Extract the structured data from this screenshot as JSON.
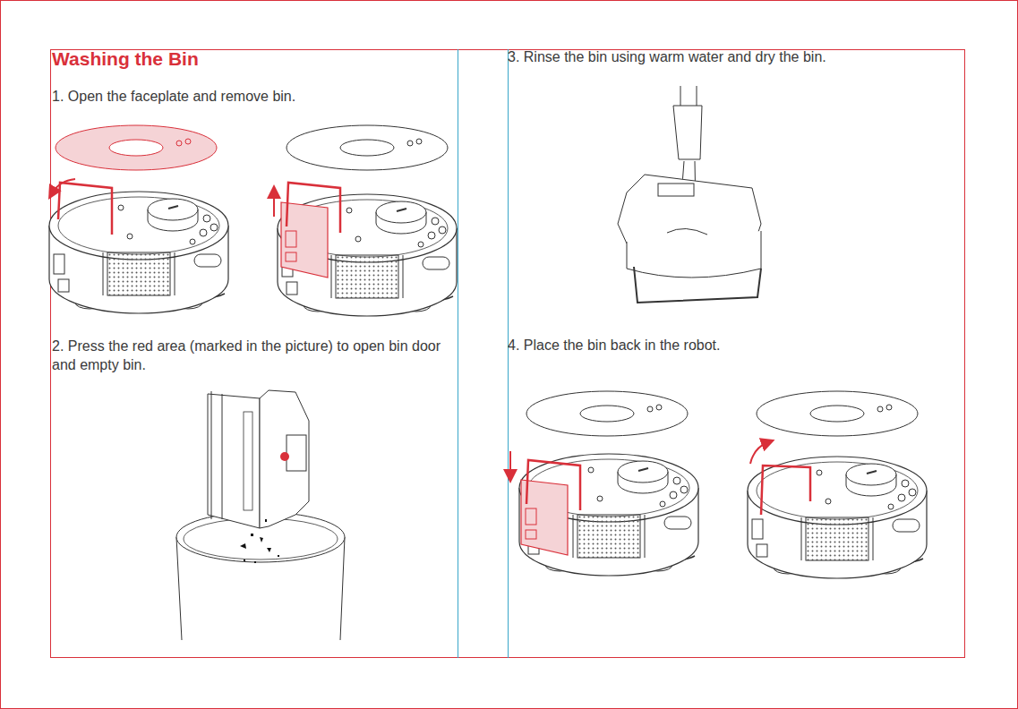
{
  "diagram": {
    "title": "Washing the Bin",
    "labels": [
      "1. Open the faceplate and remove bin.",
      "2. Press the red area (marked in the picture) to open bin door and empty bin.",
      "3. Rinse the bin using warm water and dry the bin.",
      "4. Place the bin back in the robot."
    ]
  }
}
